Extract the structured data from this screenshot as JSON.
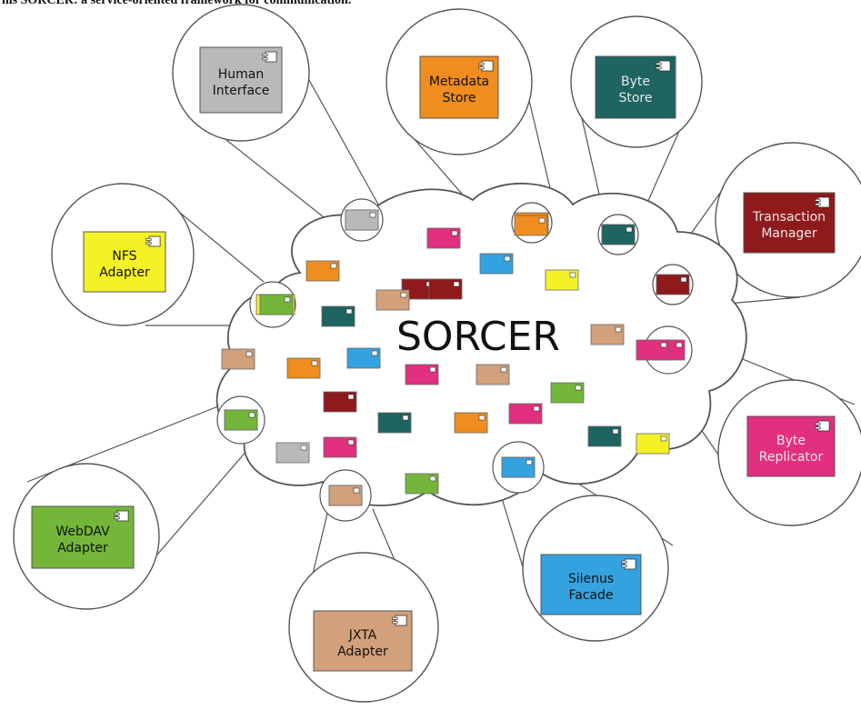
{
  "caption": "his SORCER: a service-oriented framework for communication.",
  "cloud_title": "SORCER",
  "colors": {
    "grey": "#b9b9bb",
    "orange": "#f08d1f",
    "teal": "#1e6460",
    "darkred": "#8e1a1c",
    "yellow": "#f4f126",
    "pink": "#e0307f",
    "blue": "#35a2e0",
    "tan": "#d2a07a",
    "green": "#74b63a"
  },
  "components": [
    {
      "id": "human-interface",
      "lines": [
        "Human",
        "Interface"
      ],
      "color": "grey",
      "light_text": false
    },
    {
      "id": "metadata-store",
      "lines": [
        "Metadata",
        "Store"
      ],
      "color": "orange",
      "light_text": false
    },
    {
      "id": "byte-store",
      "lines": [
        "Byte",
        "Store"
      ],
      "color": "teal",
      "light_text": true
    },
    {
      "id": "transaction-manager",
      "lines": [
        "Transaction",
        "Manager"
      ],
      "color": "darkred",
      "light_text": true
    },
    {
      "id": "nfs-adapter",
      "lines": [
        "NFS",
        "Adapter"
      ],
      "color": "yellow",
      "light_text": false
    },
    {
      "id": "byte-replicator",
      "lines": [
        "Byte",
        "Replicator"
      ],
      "color": "pink",
      "light_text": true
    },
    {
      "id": "webdav-adapter",
      "lines": [
        "WebDAV",
        "Adapter"
      ],
      "color": "green",
      "light_text": false
    },
    {
      "id": "jxta-adapter",
      "lines": [
        "JXTA",
        "Adapter"
      ],
      "color": "tan",
      "light_text": false
    },
    {
      "id": "silenus-facade",
      "lines": [
        "Silenus",
        "Facade"
      ],
      "color": "blue",
      "light_text": false
    }
  ],
  "cloud_services": [
    "grey",
    "orange",
    "teal",
    "darkred",
    "yellow",
    "pink",
    "pink",
    "blue",
    "orange",
    "yellow",
    "darkred",
    "tan",
    "teal",
    "tan",
    "blue",
    "orange",
    "pink",
    "tan",
    "tan",
    "green",
    "darkred",
    "teal",
    "orange",
    "pink",
    "green",
    "green",
    "grey",
    "pink",
    "green",
    "tan",
    "blue",
    "teal",
    "yellow"
  ]
}
